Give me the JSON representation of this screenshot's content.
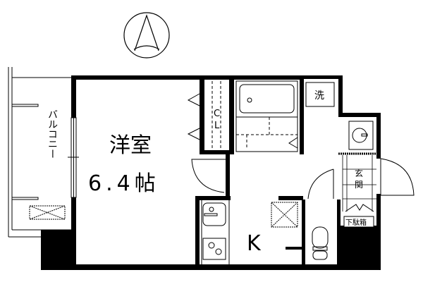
{
  "floorplan": {
    "room_western": "洋室",
    "room_western_size": "6.4帖",
    "balcony": "バルコニー",
    "closet": [
      "C",
      "L"
    ],
    "kitchen": "K",
    "washer": "洗",
    "entrance": [
      "玄",
      "関"
    ],
    "shoe_cabinet": "下駄箱"
  },
  "colors": {
    "wall": "#000000",
    "background": "#ffffff"
  },
  "icons": [
    "compass-north-icon",
    "bathtub-icon",
    "washbasin-icon",
    "sink-icon",
    "stove-icon",
    "toilet-icon",
    "ventilation-icon"
  ]
}
